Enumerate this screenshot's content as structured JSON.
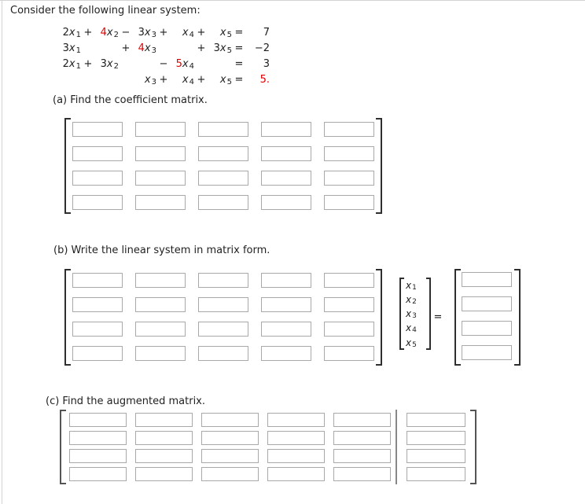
{
  "page": {
    "title": "Consider the following linear system:"
  },
  "colors": {
    "text": "#1d1d1d",
    "red": "#e00000",
    "box-border": "#a9a9a9",
    "bracket": "#2f2f2f",
    "bracket-c": "#555555",
    "separator": "#888888",
    "page-line": "#d3d3d3"
  },
  "equations": {
    "rows": [
      [
        {
          "coef": "2",
          "var": "x",
          "sub": "1"
        },
        {
          "op": "+"
        },
        {
          "coef": "4",
          "var": "x",
          "sub": "2",
          "coef_red": true
        },
        {
          "op": "−"
        },
        {
          "coef": "3",
          "var": "x",
          "sub": "3"
        },
        {
          "op": "+"
        },
        {
          "coef": "",
          "var": "x",
          "sub": "4"
        },
        {
          "op": "+"
        },
        {
          "coef": "",
          "var": "x",
          "sub": "5"
        },
        {
          "op": "="
        },
        {
          "rhs": "7"
        }
      ],
      [
        {
          "coef": "3",
          "var": "x",
          "sub": "1"
        },
        null,
        null,
        {
          "op": "+"
        },
        {
          "coef": "4",
          "var": "x",
          "sub": "3",
          "coef_red": true
        },
        null,
        null,
        {
          "op": "+"
        },
        {
          "coef": "3",
          "var": "x",
          "sub": "5"
        },
        {
          "op": "="
        },
        {
          "rhs": "−2"
        }
      ],
      [
        {
          "coef": "2",
          "var": "x",
          "sub": "1"
        },
        {
          "op": "+"
        },
        {
          "coef": "3",
          "var": "x",
          "sub": "2"
        },
        null,
        null,
        {
          "op": "−"
        },
        {
          "coef": "5",
          "var": "x",
          "sub": "4",
          "coef_red": true
        },
        null,
        null,
        {
          "op": "="
        },
        {
          "rhs": "3"
        }
      ],
      [
        null,
        null,
        null,
        null,
        {
          "coef": "",
          "var": "x",
          "sub": "3"
        },
        {
          "op": "+"
        },
        {
          "coef": "",
          "var": "x",
          "sub": "4"
        },
        {
          "op": "+"
        },
        {
          "coef": "",
          "var": "x",
          "sub": "5"
        },
        {
          "op": "="
        },
        {
          "rhs": "5.",
          "red": true
        }
      ]
    ]
  },
  "parts": {
    "a": {
      "label": "(a) Find the coefficient matrix.",
      "matrix": {
        "rows": 4,
        "cols": 5
      }
    },
    "b": {
      "label": "(b) Write the linear system in matrix form.",
      "matrix": {
        "rows": 4,
        "cols": 5
      },
      "vector": {
        "entries": [
          {
            "var": "x",
            "sub": "1"
          },
          {
            "var": "x",
            "sub": "2"
          },
          {
            "var": "x",
            "sub": "3"
          },
          {
            "var": "x",
            "sub": "4"
          },
          {
            "var": "x",
            "sub": "5"
          }
        ]
      },
      "equals": "=",
      "result": {
        "rows": 4,
        "cols": 1
      }
    },
    "c": {
      "label": "(c) Find the augmented matrix.",
      "matrix": {
        "rows": 4,
        "cols": 5
      },
      "augmented_column": {
        "rows": 4,
        "cols": 1
      }
    }
  }
}
